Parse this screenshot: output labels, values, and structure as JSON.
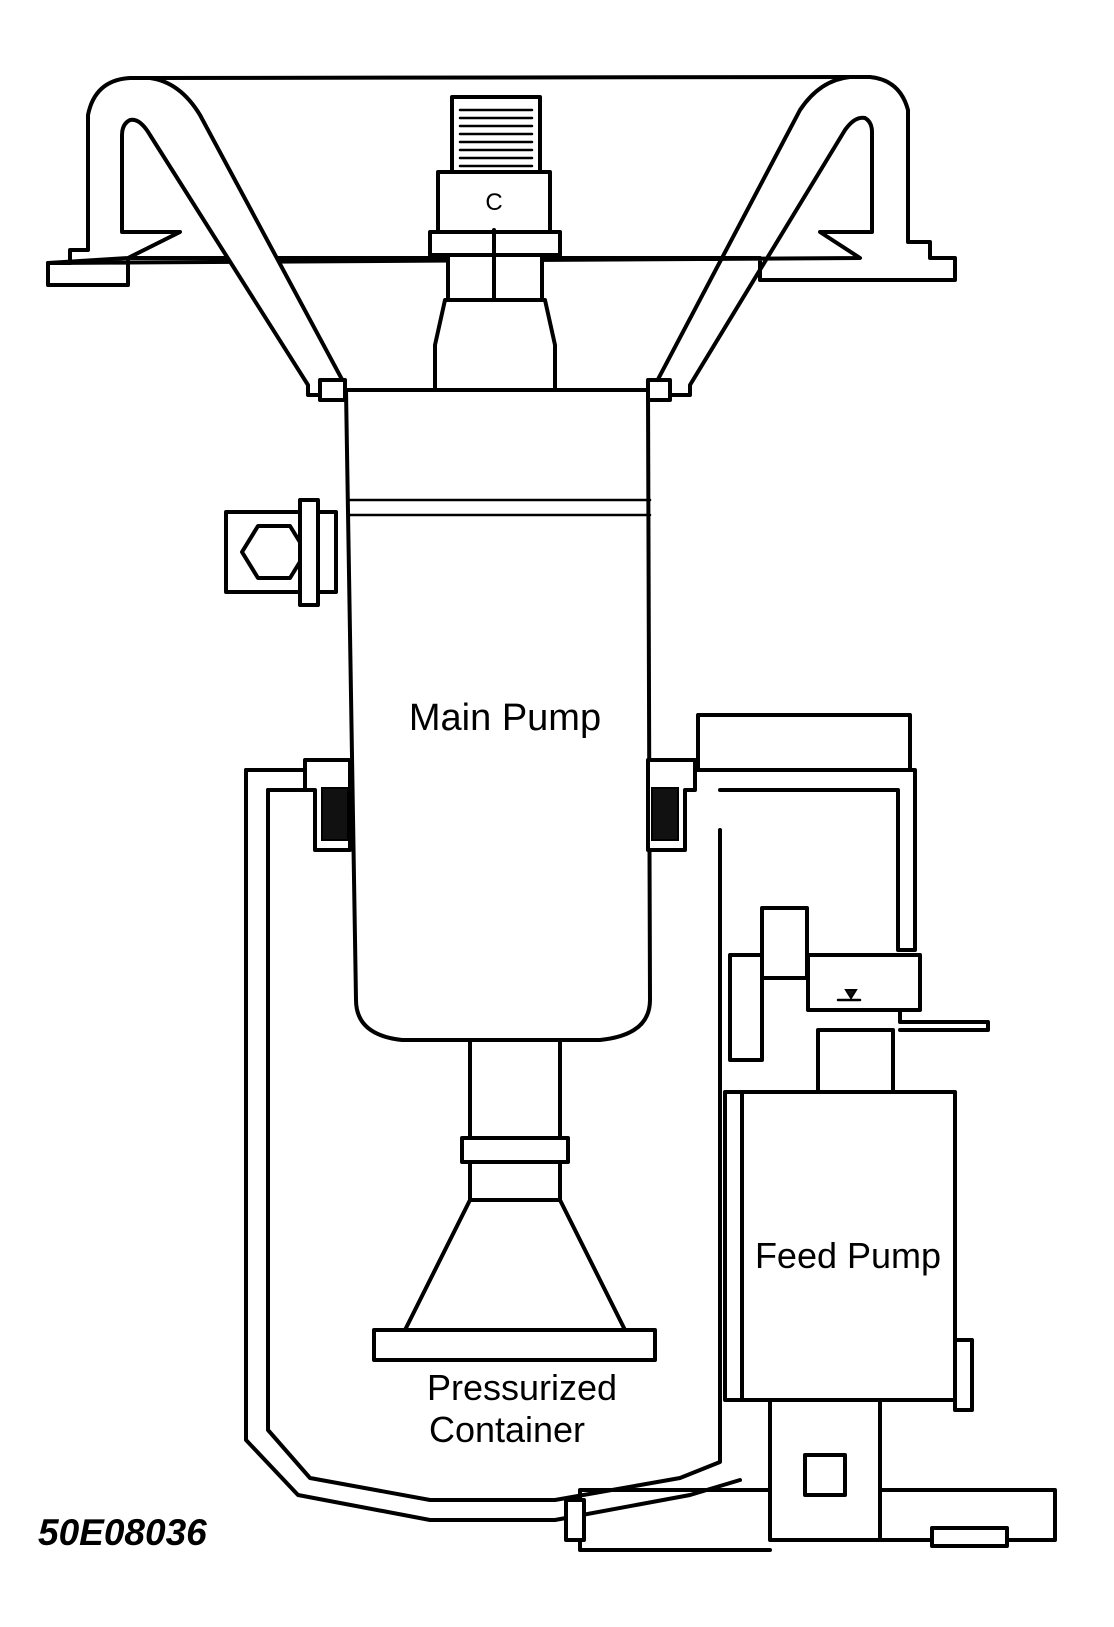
{
  "figure_id": "50E08036",
  "labels": {
    "connector": "C",
    "main_pump": "Main Pump",
    "feed_pump": "Feed Pump",
    "container_line1": "Pressurized",
    "container_line2": "Container"
  }
}
